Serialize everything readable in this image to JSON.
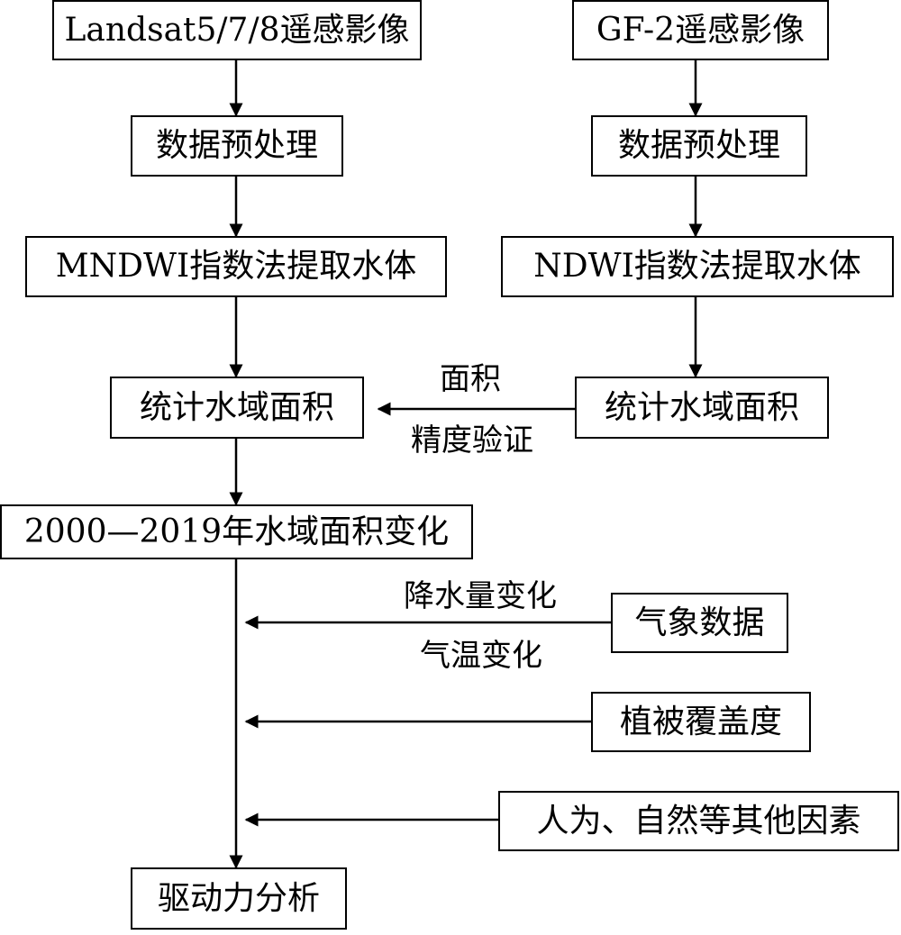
{
  "left_column": {
    "source": "Landsat5/7/8遥感影像",
    "preprocess": "数据预处理",
    "extract": "MNDWI指数法提取水体",
    "area": "统计水域面积",
    "change": "2000—2019年水域面积变化",
    "analysis": "驱动力分析"
  },
  "right_column": {
    "source": "GF-2遥感影像",
    "preprocess": "数据预处理",
    "extract": "NDWI指数法提取水体",
    "area": "统计水域面积"
  },
  "verification": {
    "label_top": "面积",
    "label_bottom": "精度验证"
  },
  "factors": {
    "climate_box": "气象数据",
    "climate_label_top": "降水量变化",
    "climate_label_bottom": "气温变化",
    "vegetation_box": "植被覆盖度",
    "other_box": "人为、自然等其他因素"
  }
}
